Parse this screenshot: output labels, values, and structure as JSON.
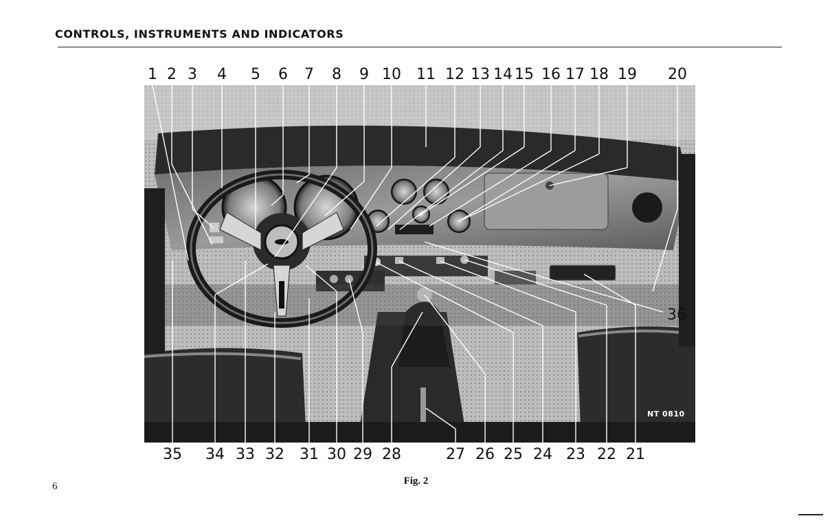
{
  "page": {
    "heading": "CONTROLS, INSTRUMENTS AND INDICATORS",
    "page_number": "6",
    "caption": "Fig. 2",
    "photo_ref": "NT 0810"
  },
  "callouts_top": [
    "1",
    "2",
    "3",
    "4",
    "5",
    "6",
    "7",
    "8",
    "9",
    "10",
    "11",
    "12",
    "13",
    "14",
    "15",
    "16",
    "17",
    "18",
    "19",
    "20"
  ],
  "callouts_bottom": [
    "35",
    "34",
    "33",
    "32",
    "31",
    "30",
    "29",
    "28",
    "27",
    "26",
    "25",
    "24",
    "23",
    "22",
    "21"
  ],
  "callout_right": "36"
}
